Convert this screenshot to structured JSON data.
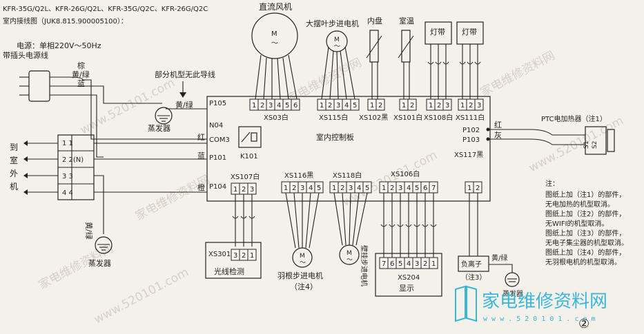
{
  "header": {
    "model_line": "KFR-35G/Q2L、KFR-26G/Q2L、KFR-35G/Q2C、KFR-26G/Q2C",
    "subtitle": "室内接线图（JUK8.815.900005100）："
  },
  "power": {
    "line1": "电源：单相220V～50Hz",
    "line2": "带插头电源线"
  },
  "wire_colors": {
    "brown": "棕",
    "yellow_green": "黄/绿",
    "blue": "蓝",
    "red": "红",
    "orange": "橙",
    "gray": "灰"
  },
  "notes_inline": {
    "no_wire": "部分机型无此导线"
  },
  "components": {
    "dc_fan": "直流风机",
    "swing_motor": "大摆叶步进电机",
    "coil_sensor": "内盘",
    "room_sensor": "室温",
    "light1": "灯带",
    "light2": "灯带",
    "evaporator_top": "蒸发器",
    "evaporator_bottom": "蒸发器",
    "control_board": "室内控制板",
    "ptc_heater": "PTC电加热器（注1）",
    "s1": "S1",
    "s2": "S2",
    "motor_symbol": "M",
    "ac_symbol": "～",
    "light_sensor_box": "XS301",
    "light_sensor_label": "光线检测",
    "feather_motor": "羽根步进电机",
    "feather_note": "（注4）",
    "wall_motor": "壁挂步进电机",
    "display_box": "XS204",
    "display_label": "显示",
    "ion_box": "负离子",
    "ion_note": "（注3）",
    "outdoor": [
      "到",
      "室",
      "外",
      "机"
    ],
    "terminal": [
      "1 1",
      "2 2(N)",
      "3 3",
      "4 4"
    ]
  },
  "connectors": {
    "xs03": "XS03白",
    "xs115": "XS115白",
    "xs102": "XS102黑",
    "xs101": "XS101白",
    "xs108": "XS108白",
    "xs111": "XS111白",
    "xs117": "XS117黑",
    "xs107": "XS107白",
    "xs116": "XS116黑",
    "xs118": "XS118白",
    "xs106": "XS106白",
    "k101": "K101"
  },
  "ports": {
    "p105": "P105",
    "n04": "N04",
    "com3": "COM3",
    "p101": "P101",
    "p104": "P104",
    "p102": "P102",
    "p103": "P103"
  },
  "pins": {
    "p6": [
      "1",
      "2",
      "3",
      "4",
      "5",
      "6"
    ],
    "p5": [
      "1",
      "2",
      "3",
      "4",
      "5"
    ],
    "p7": [
      "1",
      "2",
      "3",
      "4",
      "5",
      "6",
      "7"
    ],
    "p3": [
      "1",
      "2",
      "3"
    ],
    "p2": [
      "1",
      "2"
    ],
    "p321": [
      "3",
      "2",
      "1"
    ],
    "p7r": [
      "7",
      "6",
      "5",
      "4",
      "3",
      "2",
      "1"
    ]
  },
  "legend": {
    "title": "注：",
    "lines": [
      "图纸上加（注1）的部件，",
      "无电加热的机型取消。",
      "图纸上加（注2）的部件，",
      "无WIFI的机型取消。",
      "图纸上加（注3）的部件，",
      "无电子集尘器的机型取消。",
      "图纸上加（注4）的部件，",
      "无羽根电机的机型取消。"
    ]
  },
  "watermark": {
    "brand": "家电维修资料网",
    "url": "w w w . 5 2 0 1 0 1 . c o m",
    "repeat": "家电维修资料网",
    "repeat_url": "www.520101.com"
  },
  "page_mark": "②"
}
